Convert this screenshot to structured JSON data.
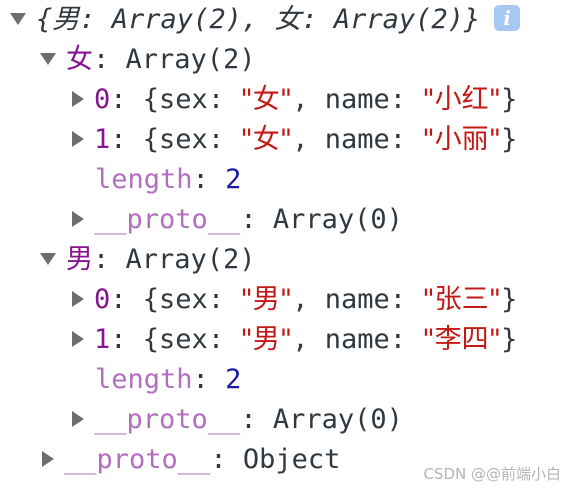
{
  "root": {
    "summary_open": "{",
    "key_male": "男",
    "sep1": ": ",
    "val_male": "Array(2)",
    "comma": ", ",
    "key_female": "女",
    "sep2": ": ",
    "val_female": "Array(2)",
    "summary_close": "}",
    "info_icon_glyph": "i"
  },
  "groups": [
    {
      "key": "女",
      "value": "Array(2)",
      "items": [
        {
          "index": "0",
          "sex_key": "sex",
          "sex_val": "\"女\"",
          "name_key": "name",
          "name_val": "\"小红\""
        },
        {
          "index": "1",
          "sex_key": "sex",
          "sex_val": "\"女\"",
          "name_key": "name",
          "name_val": "\"小丽\""
        }
      ],
      "length_key": "length",
      "length_val": "2",
      "proto_key": "__proto__",
      "proto_val": "Array(0)"
    },
    {
      "key": "男",
      "value": "Array(2)",
      "items": [
        {
          "index": "0",
          "sex_key": "sex",
          "sex_val": "\"男\"",
          "name_key": "name",
          "name_val": "\"张三\""
        },
        {
          "index": "1",
          "sex_key": "sex",
          "sex_val": "\"男\"",
          "name_key": "name",
          "name_val": "\"李四\""
        }
      ],
      "length_key": "length",
      "length_val": "2",
      "proto_key": "__proto__",
      "proto_val": "Array(0)"
    }
  ],
  "root_proto": {
    "key": "__proto__",
    "value": "Object"
  },
  "watermark": "CSDN @@前端小白",
  "colors": {
    "key_purple": "#881391",
    "key_faded": "#b26fbf",
    "string_red": "#c41a16",
    "number_blue": "#1a1aa6",
    "text": "#303942",
    "info_icon_bg": "#a6c8f3"
  },
  "icons": {
    "expanded": "triangle-down-icon",
    "collapsed": "triangle-right-icon",
    "info": "info-icon"
  }
}
